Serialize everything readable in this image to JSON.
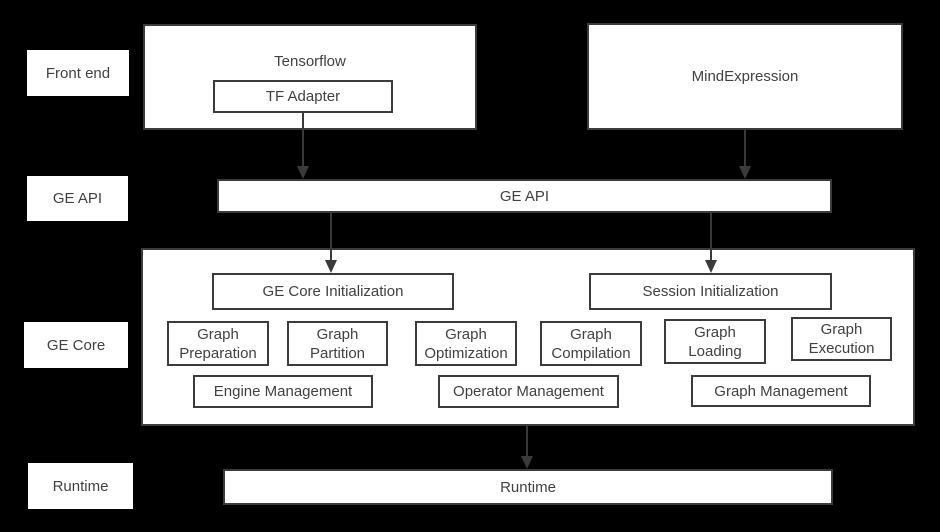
{
  "colors": {
    "background": "#000000",
    "box_fill": "#ffffff",
    "box_border": "#3b3b3b",
    "text": "#414141",
    "arrow": "#3a3a3a"
  },
  "side_labels": [
    {
      "label": "Front end"
    },
    {
      "label": "GE API"
    },
    {
      "label": "GE Core"
    },
    {
      "label": "Runtime"
    }
  ],
  "front_end": {
    "tensorflow_label": "Tensorflow",
    "tf_adapter_label": "TF Adapter",
    "mind_expression_label": "MindExpression"
  },
  "ge_api": {
    "label": "GE API"
  },
  "ge_core": {
    "ge_core_initialization": "GE Core Initialization",
    "session_initialization": "Session Initialization",
    "modules": [
      {
        "label": "Graph Preparation"
      },
      {
        "label": "Graph Partition"
      },
      {
        "label": "Graph Optimization"
      },
      {
        "label": "Graph Compilation"
      },
      {
        "label": "Graph Loading"
      },
      {
        "label": "Graph Execution"
      }
    ],
    "managers": [
      {
        "label": "Engine Management"
      },
      {
        "label": "Operator Management"
      },
      {
        "label": "Graph Management"
      }
    ]
  },
  "runtime": {
    "label": "Runtime"
  }
}
